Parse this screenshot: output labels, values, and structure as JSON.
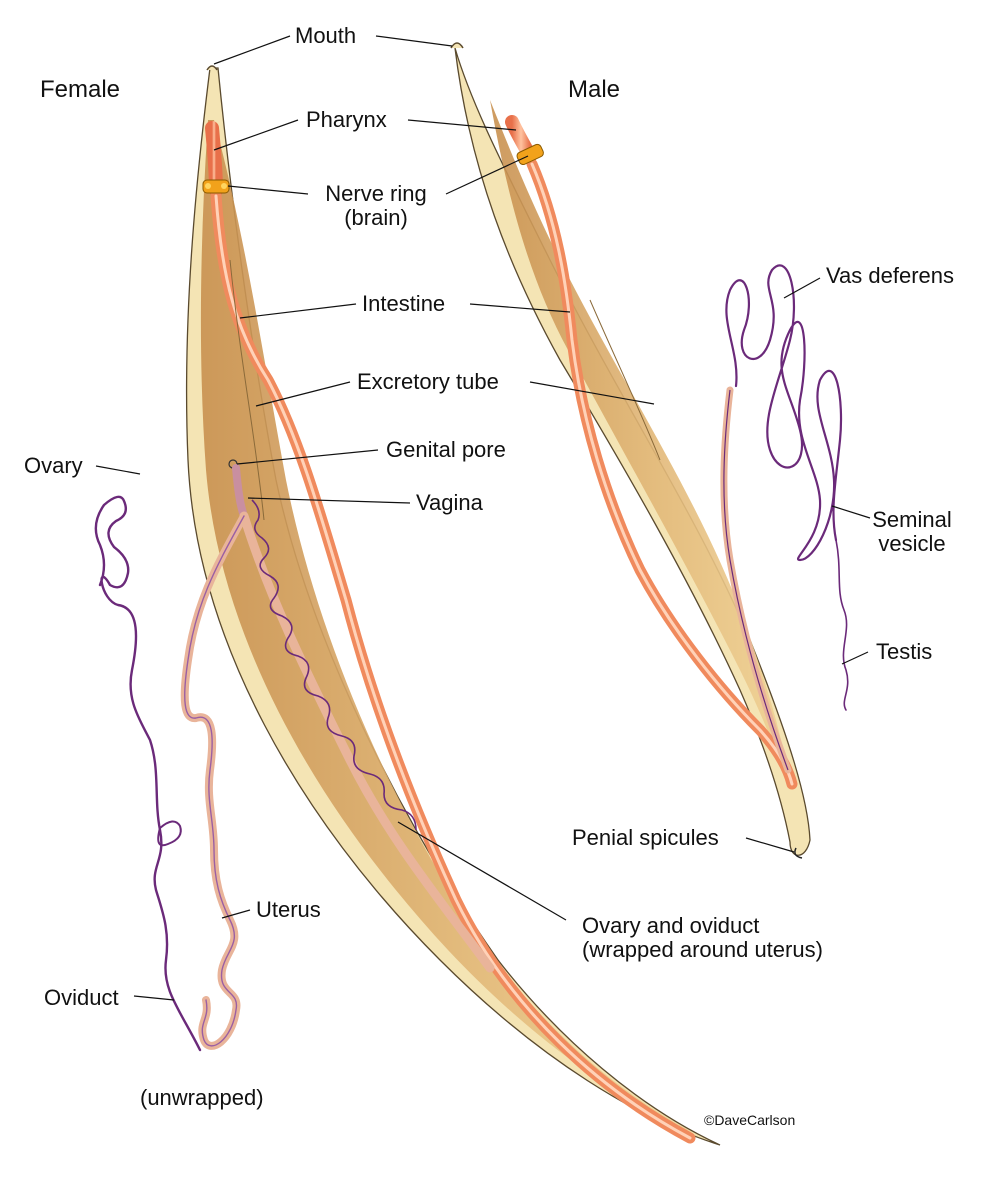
{
  "sex_labels": {
    "female": "Female",
    "male": "Male"
  },
  "labels": {
    "mouth": "Mouth",
    "pharynx": "Pharynx",
    "nerve_ring_line1": "Nerve ring",
    "nerve_ring_line2": "(brain)",
    "intestine": "Intestine",
    "excretory_tube": "Excretory tube",
    "genital_pore": "Genital pore",
    "vagina": "Vagina",
    "ovary": "Ovary",
    "vas_deferens": "Vas deferens",
    "seminal_vesicle_line1": "Seminal",
    "seminal_vesicle_line2": "vesicle",
    "testis": "Testis",
    "penial_spicules": "Penial spicules",
    "uterus": "Uterus",
    "ovary_oviduct_line1": "Ovary and oviduct",
    "ovary_oviduct_line2": "(wrapped around uterus)",
    "oviduct": "Oviduct",
    "unwrapped": "(unwrapped)"
  },
  "credit": "©DaveCarlson",
  "colors": {
    "body_outer": "#f4e4b4",
    "body_inner": "#d9ab6a",
    "intestine": "#f08a5d",
    "nerve_ring": "#f2a21b",
    "reproductive": "#6b2a7a",
    "uterus": "#e9b49a"
  }
}
